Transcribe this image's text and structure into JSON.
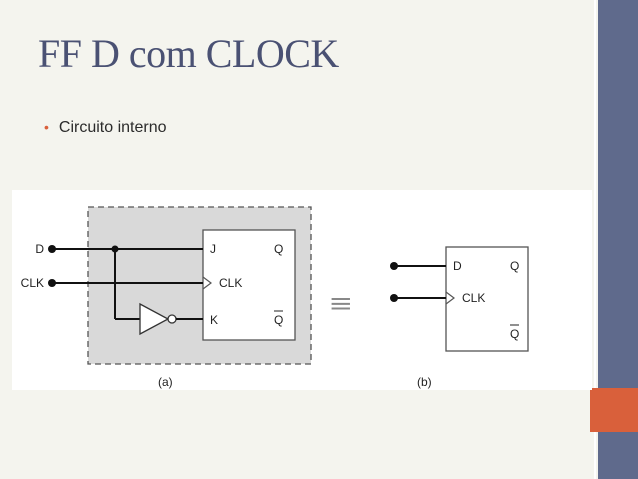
{
  "slide": {
    "title": "FF D com CLOCK",
    "bullet": "Circuito interno"
  },
  "colors": {
    "title": "#4a5173",
    "accent": "#d9603b",
    "sidebar": "#5f6a8c",
    "dashed_box_fill": "#d9d9d9"
  },
  "diagram": {
    "left_circuit": {
      "inputs": [
        "D",
        "CLK"
      ],
      "ff_pins_left": [
        "J",
        "CLK",
        "K"
      ],
      "ff_pins_right": [
        "Q",
        "Q"
      ],
      "caption": "(a)"
    },
    "equivalence_symbol": "≡",
    "right_circuit": {
      "ff_pins_left": [
        "D",
        "CLK"
      ],
      "ff_pins_right": [
        "Q",
        "Q"
      ],
      "caption": "(b)"
    }
  }
}
